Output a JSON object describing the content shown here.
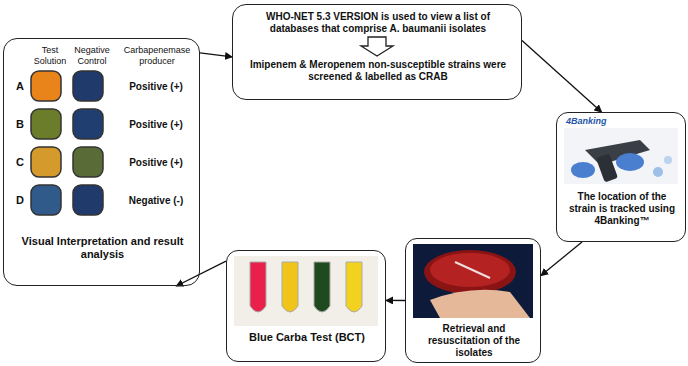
{
  "diagram": {
    "nodes": [
      {
        "text": [
          "Test Solution",
          "Negative Control",
          "Carbapenemase producer",
          "A",
          "Positive (+)",
          "B",
          "Positive (+)",
          "C",
          "Positive (+)",
          "D",
          "Negative (-)",
          "Visual Interpretation and result analysis"
        ]
      },
      {
        "text": [
          "WHO-NET 5.3 VERSION is used to view a list of databases that comprise A. baumanii isolates",
          "Imipenem & Meropenem non-susceptible strains were screened & labelled as CRAB"
        ]
      },
      {
        "text": [
          "The location of the strain is tracked using 4Banking™"
        ]
      },
      {
        "text": [
          "Retrieval and resuscitation of the isolates"
        ]
      },
      {
        "text": [
          "Blue Carba Test (BCT)"
        ]
      }
    ],
    "edges": [
      {
        "from": 0,
        "to": 1,
        "arrow": "to"
      },
      {
        "from": 1,
        "to": 2,
        "arrow": "to"
      },
      {
        "from": 2,
        "to": 3,
        "arrow": "to"
      },
      {
        "from": 3,
        "to": 4,
        "arrow": "to"
      },
      {
        "from": 4,
        "to": 0,
        "arrow": "to"
      }
    ],
    "labels": [
      "4Banking"
    ]
  }
}
